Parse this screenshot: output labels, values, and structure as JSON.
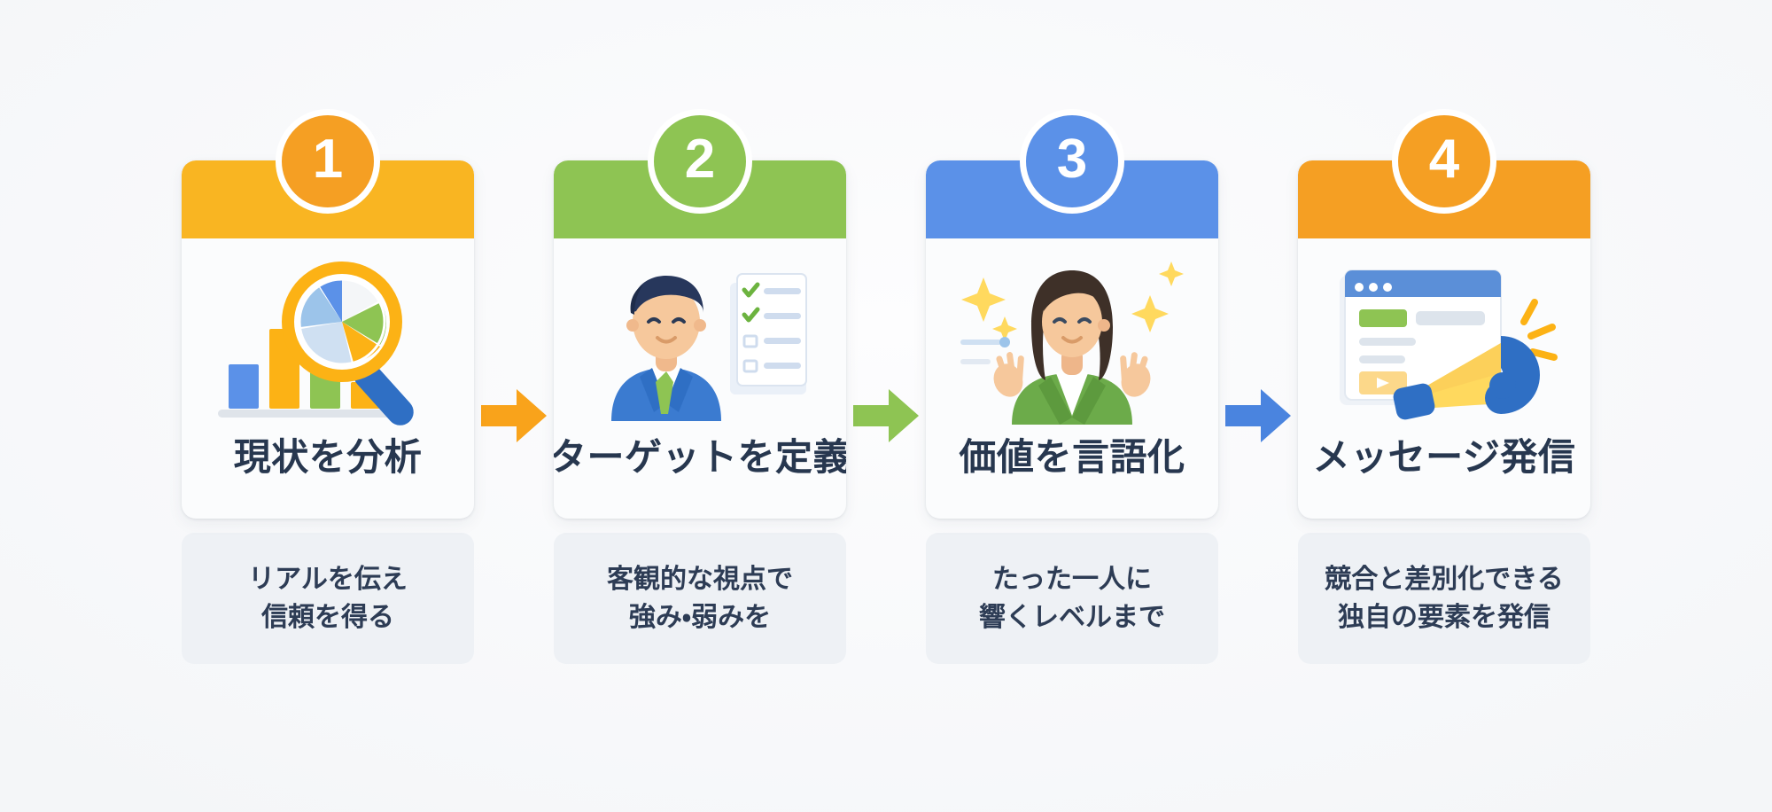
{
  "infographic": {
    "background_color": "#f7f8fa",
    "title_color": "#27374f",
    "subtitle_color": "#2d3c55",
    "subtitle_panel_color": "#eef1f5",
    "card_color": "#fbfcfd",
    "steps": [
      {
        "number": "1",
        "accent_color": "#f9b522",
        "badge_color": "#f59f23",
        "title": "現状を分析",
        "subtitle_lines": [
          "リアルを伝え",
          "信頼を得る"
        ],
        "icon": "magnifier-pie-chart-icon",
        "arrow_after": {
          "icon": "arrow-right-icon",
          "color": "#f9a31b"
        }
      },
      {
        "number": "2",
        "accent_color": "#8ec453",
        "badge_color": "#8ec453",
        "title": "ターゲットを定義",
        "subtitle_lines": [
          "客観的な視点で",
          "強み・弱みを"
        ],
        "icon": "businessman-checklist-icon",
        "arrow_after": {
          "icon": "arrow-right-icon",
          "color": "#8ec453"
        }
      },
      {
        "number": "3",
        "accent_color": "#5b91e8",
        "badge_color": "#5b91e8",
        "title": "価値を言語化",
        "subtitle_lines": [
          "たった一人に",
          "響くレベルまで"
        ],
        "icon": "woman-sparkles-icon",
        "arrow_after": {
          "icon": "arrow-right-icon",
          "color": "#4a84df"
        }
      },
      {
        "number": "4",
        "accent_color": "#f59f23",
        "badge_color": "#f59f23",
        "title": "メッセージ発信",
        "subtitle_lines": [
          "競合と差別化できる",
          "独自の要素を発信"
        ],
        "icon": "browser-megaphone-icon",
        "arrow_after": null
      }
    ]
  }
}
